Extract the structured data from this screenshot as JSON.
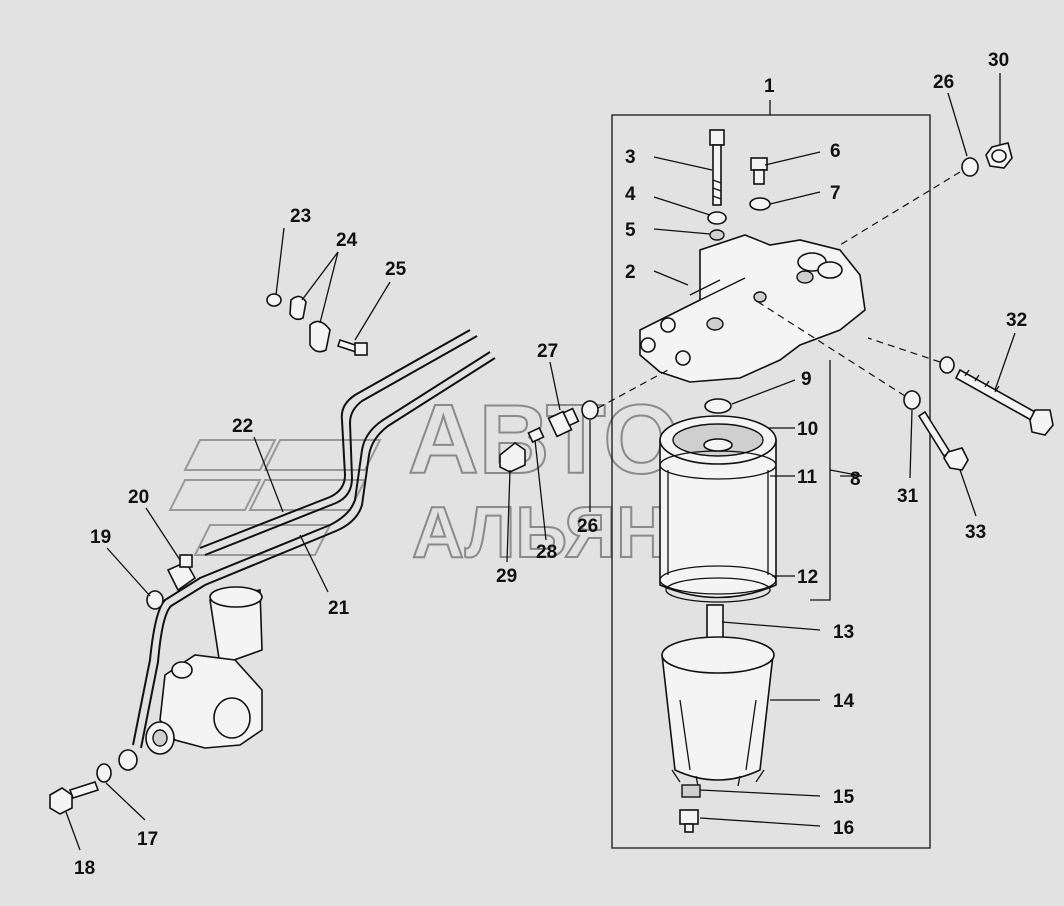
{
  "diagram": {
    "watermark": {
      "line1": "АВТО",
      "line2": "АЛЬЯНС"
    },
    "callouts": {
      "c1": "1",
      "c2": "2",
      "c3": "3",
      "c4": "4",
      "c5": "5",
      "c6": "6",
      "c7": "7",
      "c8": "8",
      "c9": "9",
      "c10": "10",
      "c11": "11",
      "c12": "12",
      "c13": "13",
      "c14": "14",
      "c15": "15",
      "c16": "16",
      "c17": "17",
      "c18": "18",
      "c19": "19",
      "c20": "20",
      "c21": "21",
      "c22": "22",
      "c23": "23",
      "c24": "24",
      "c25": "25",
      "c26a": "26",
      "c26b": "26",
      "c27": "27",
      "c28": "28",
      "c29": "29",
      "c30": "30",
      "c31": "31",
      "c32": "32",
      "c33": "33"
    }
  }
}
